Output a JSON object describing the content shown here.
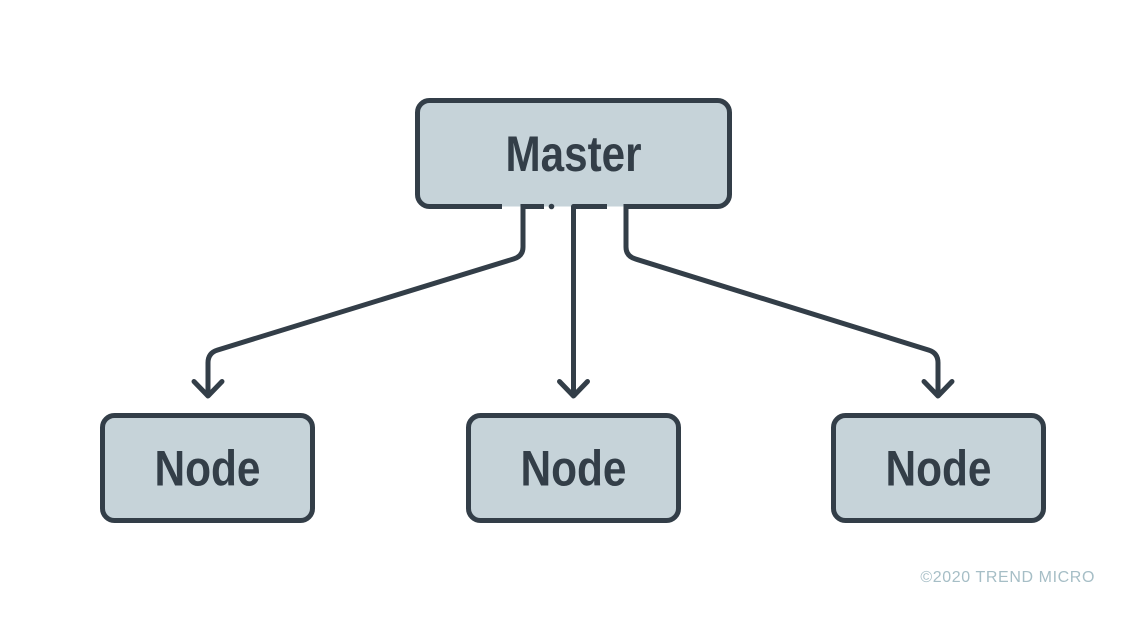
{
  "diagram": {
    "master": {
      "label": "Master"
    },
    "nodes": [
      {
        "label": "Node"
      },
      {
        "label": "Node"
      },
      {
        "label": "Node"
      }
    ],
    "colors": {
      "background": "#ffffff",
      "box_fill": "#c6d3d9",
      "box_border": "#333e48",
      "text": "#333e48",
      "watermark": "#a6bec6"
    }
  },
  "watermark": {
    "text": "©2020 TREND MICRO"
  }
}
